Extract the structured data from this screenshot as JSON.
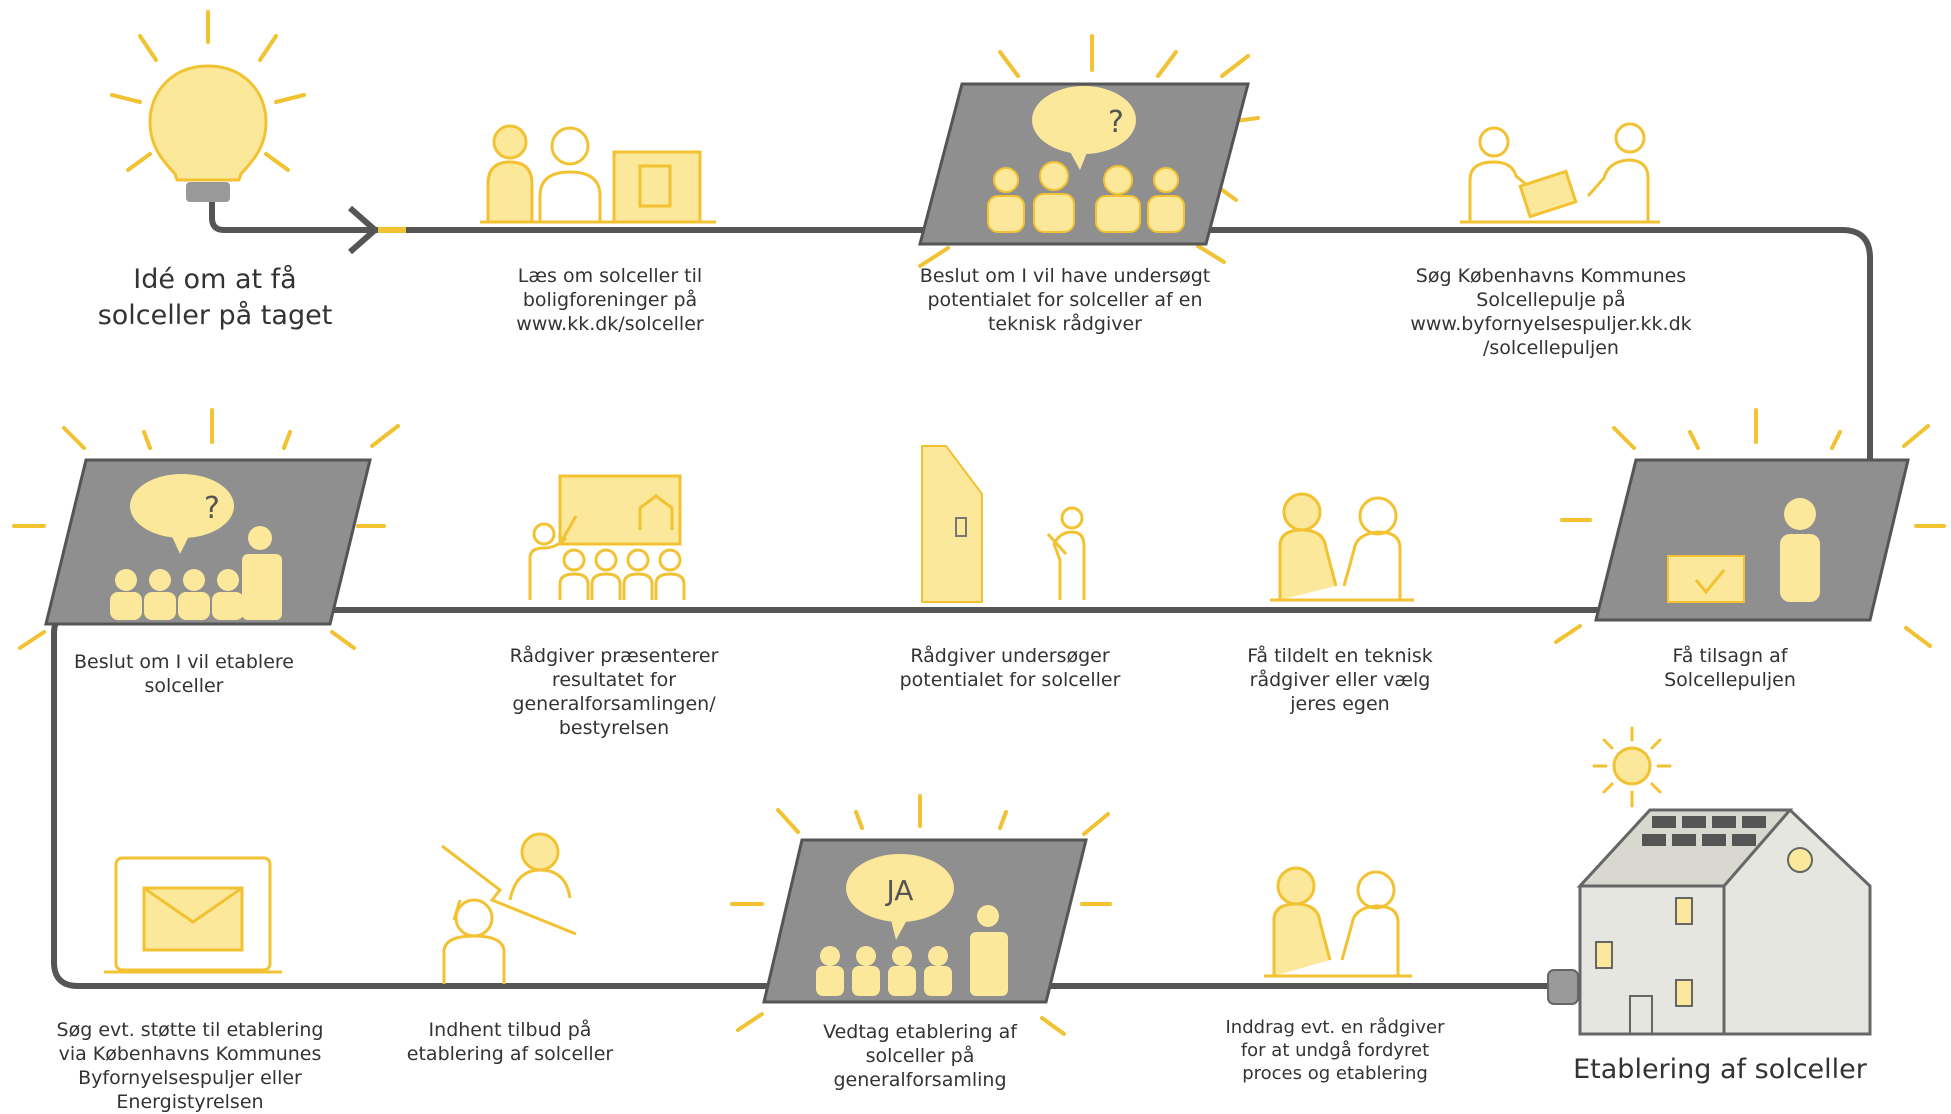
{
  "steps": [
    {
      "id": "idea",
      "lines": [
        "Idé om at få",
        "solceller på taget"
      ]
    },
    {
      "id": "read",
      "lines": [
        "Læs om solceller til",
        "boligforeninger på",
        "www.kk.dk/solceller"
      ]
    },
    {
      "id": "decide-investigate",
      "lines": [
        "Beslut om I vil have undersøgt",
        "potentialet for solceller af en",
        "teknisk rådgiver"
      ]
    },
    {
      "id": "apply-pool",
      "lines": [
        "Søg Københavns Kommunes",
        "Solcellepulje på",
        "www.byfornyelsespuljer.kk.dk",
        "/solcellepuljen"
      ]
    },
    {
      "id": "grant",
      "lines": [
        "Få tilsagn af",
        "Solcellepuljen"
      ]
    },
    {
      "id": "assign-advisor",
      "lines": [
        "Få tildelt en teknisk",
        "rådgiver eller vælg",
        "jeres egen"
      ]
    },
    {
      "id": "advisor-investigates",
      "lines": [
        "Rådgiver undersøger",
        "potentialet for solceller"
      ]
    },
    {
      "id": "advisor-presents",
      "lines": [
        "Rådgiver præsenterer",
        "resultatet for",
        "generalforsamlingen/",
        "bestyrelsen"
      ]
    },
    {
      "id": "decide-establish",
      "lines": [
        "Beslut om I vil etablere",
        "solceller"
      ]
    },
    {
      "id": "apply-support",
      "lines": [
        "Søg evt. støtte til etablering",
        "via Københavns Kommunes",
        "Byfornyelsespuljer eller",
        "Energistyrelsen"
      ]
    },
    {
      "id": "get-offers",
      "lines": [
        "Indhent tilbud på",
        "etablering af solceller"
      ]
    },
    {
      "id": "adopt",
      "lines": [
        "Vedtag etablering af",
        "solceller på",
        "generalforsamling"
      ]
    },
    {
      "id": "involve-advisor",
      "lines": [
        "Inddrag evt. en rådgiver",
        "for at undgå fordyret",
        "proces og etablering"
      ]
    },
    {
      "id": "establish",
      "lines": [
        "Etablering af solceller"
      ]
    }
  ],
  "bubbles": {
    "question": "?",
    "yes": "JA"
  },
  "colors": {
    "line": "#555555",
    "yellow": "#f2c232",
    "yellow_fill": "#fbe89a",
    "panel": "#8f8f8f",
    "house": "#e6e6e0",
    "house_stroke": "#666666"
  }
}
